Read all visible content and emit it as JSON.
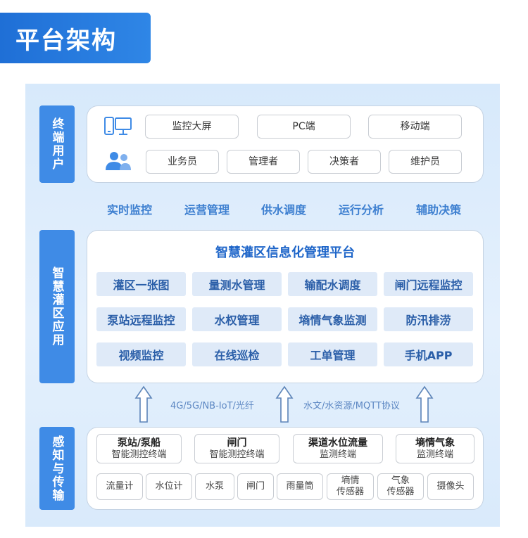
{
  "title": "平台架构",
  "layers": {
    "terminal": {
      "label": "终端用户",
      "devices": [
        "监控大屏",
        "PC端",
        "移动端"
      ],
      "roles": [
        "业务员",
        "管理者",
        "决策者",
        "维护员"
      ]
    },
    "capabilities": [
      "实时监控",
      "运营管理",
      "供水调度",
      "运行分析",
      "辅助决策"
    ],
    "application": {
      "label": "智慧灌区应用",
      "platform_title": "智慧灌区信息化管理平台",
      "modules": [
        "灌区一张图",
        "量测水管理",
        "输配水调度",
        "闸门远程监控",
        "泵站远程监控",
        "水权管理",
        "墒情气象监测",
        "防汛排涝",
        "视频监控",
        "在线巡检",
        "工单管理",
        "手机APP"
      ]
    },
    "protocols": [
      "4G/5G/NB-IoT/光纤",
      "水文/水资源/MQTT协议"
    ],
    "sensing": {
      "label": "感知与传输",
      "terminals": [
        {
          "line1": "泵站/泵船",
          "line2": "智能测控终端"
        },
        {
          "line1": "闸门",
          "line2": "智能测控终端"
        },
        {
          "line1": "渠道水位流量",
          "line2": "监测终端"
        },
        {
          "line1": "墒情气象",
          "line2": "监测终端"
        }
      ],
      "devices": [
        {
          "line1": "流量计",
          "line2": ""
        },
        {
          "line1": "水位计",
          "line2": ""
        },
        {
          "line1": "水泵",
          "line2": ""
        },
        {
          "line1": "闸门",
          "line2": ""
        },
        {
          "line1": "雨量筒",
          "line2": ""
        },
        {
          "line1": "墒情",
          "line2": "传感器"
        },
        {
          "line1": "气象",
          "line2": "传感器"
        },
        {
          "line1": "摄像头",
          "line2": ""
        }
      ]
    }
  },
  "colors": {
    "banner": "#2a7fe0",
    "side_label": "#3f8be6",
    "module_bg": "#dfeaf8",
    "module_text": "#2a5ea8",
    "capability_text": "#3d7fd0",
    "arrow": "#5c84b8"
  }
}
